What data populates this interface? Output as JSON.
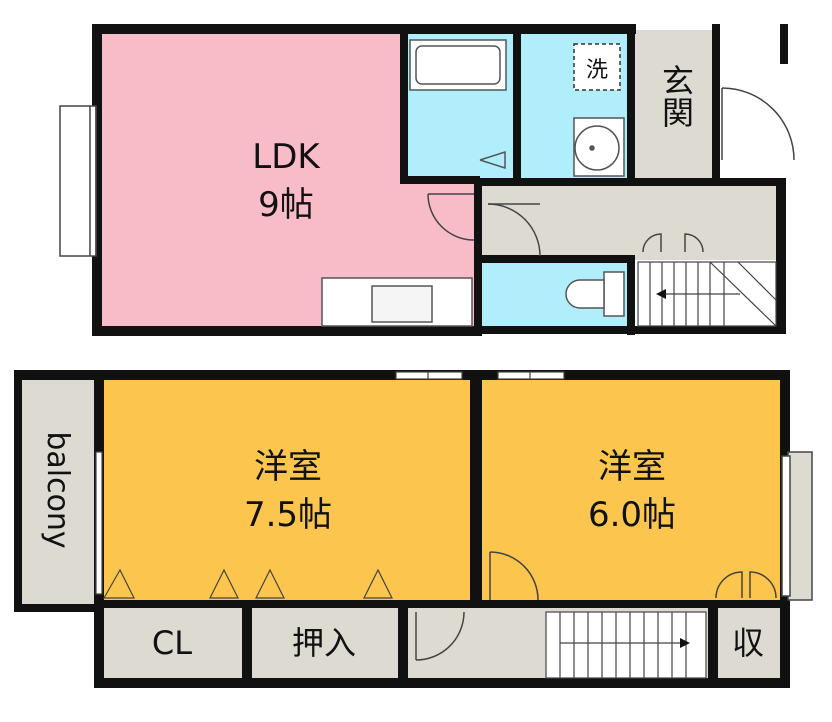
{
  "rooms": {
    "ldk": {
      "name": "LDK",
      "size": "9帖",
      "color": "#f7bcc7"
    },
    "western_1": {
      "name": "洋室",
      "size": "7.5帖",
      "color": "#fbc54e"
    },
    "western_2": {
      "name": "洋室",
      "size": "6.0帖",
      "color": "#fbc54e"
    },
    "entrance": {
      "name": "玄関"
    },
    "balcony": {
      "name": "balcony"
    },
    "closet": {
      "name": "CL"
    },
    "oshiire": {
      "name": "押入"
    },
    "storage": {
      "name": "収"
    },
    "washer": {
      "name": "洗"
    }
  },
  "colors": {
    "wall": "#111111",
    "wet_area": "#b0eefb",
    "hall": "#dddbd1",
    "fixture_stroke": "#333333"
  }
}
